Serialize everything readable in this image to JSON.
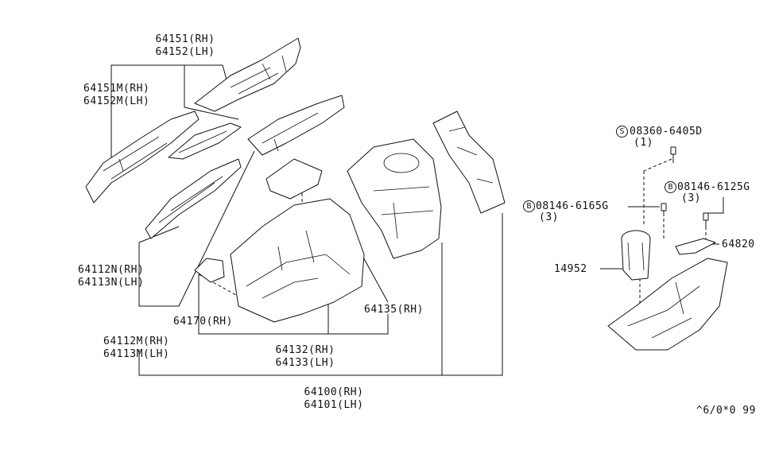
{
  "labels": {
    "p64151": "64151(RH)",
    "p64152": "64152(LH)",
    "p64151m": "64151M(RH)",
    "p64152m": "64152M(LH)",
    "p64112n": "64112N(RH)",
    "p64113n": "64113N(LH)",
    "p64112m": "64112M(RH)",
    "p64113m": "64113M(LH)",
    "p64170": "64170(RH)",
    "p64135": "64135(RH)",
    "p64132": "64132(RH)",
    "p64133": "64133(LH)",
    "p64100": "64100(RH)",
    "p64101": "64101(LH)",
    "s_badge": "S",
    "s_part": "08360-6405D",
    "s_qty": "(1)",
    "b1_badge": "B",
    "b1_part": "08146-6125G",
    "b1_qty": "(3)",
    "b2_badge": "B",
    "b2_part": "08146-6165G",
    "b2_qty": "(3)",
    "p64820": "64820",
    "p14952": "14952",
    "code": "^6/0*0 99"
  }
}
